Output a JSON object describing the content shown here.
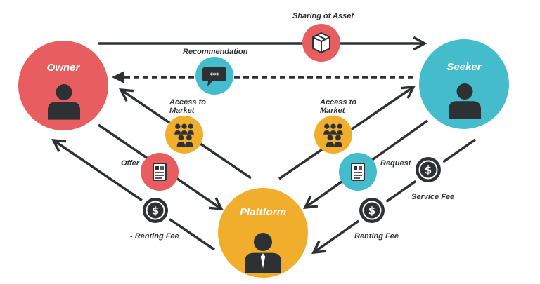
{
  "nodes": {
    "owner": {
      "label": "Owner",
      "color": "#e85d60"
    },
    "seeker": {
      "label": "Seeker",
      "color": "#45bccb"
    },
    "platform": {
      "label": "Plattform",
      "color": "#f0ae2c"
    }
  },
  "flows": {
    "sharing_of_asset": {
      "label": "Sharing of Asset",
      "icon": "box-icon"
    },
    "recommendation": {
      "label": "Recommendation",
      "icon": "chat-icon"
    },
    "access_left": {
      "label": "Access to Market",
      "line1": "Access to",
      "line2": "Market",
      "icon": "group-icon"
    },
    "access_right": {
      "label": "Access to Market",
      "line1": "Access to",
      "line2": "Market",
      "icon": "group-icon"
    },
    "offer": {
      "label": "Offer",
      "icon": "document-icon"
    },
    "request": {
      "label": "Request",
      "icon": "document-icon"
    },
    "renting_fee_left": {
      "label": "- Renting Fee",
      "icon": "dollar-icon"
    },
    "renting_fee_right": {
      "label": "Renting Fee",
      "icon": "dollar-icon"
    },
    "service_fee": {
      "label": "Service Fee",
      "icon": "dollar-icon"
    }
  },
  "colors": {
    "arrow": "#2e3133",
    "dark": "#2e3133",
    "white": "#ffffff"
  }
}
